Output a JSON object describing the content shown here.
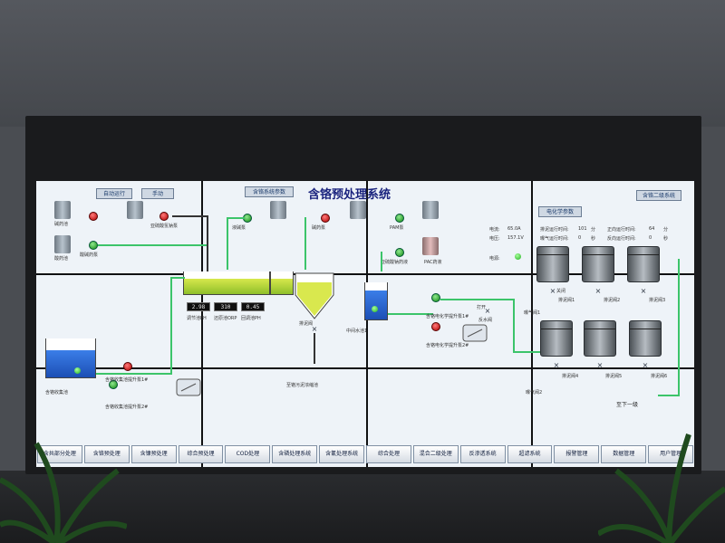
{
  "header": {
    "title": "含铬预处理系统",
    "auto_label": "自动运行",
    "manual_label": "手动",
    "params_label": "含铬系统参数",
    "level2_label": "含铬二级系统"
  },
  "dosing": {
    "units": [
      "碱药池",
      "酸药池"
    ],
    "pumps": [
      "酸碱药泵",
      "亚硫酸氢钠泵"
    ],
    "extra": [
      "液碱泵",
      "PAM泵",
      "PAC药液",
      "碱药泵",
      "亚硫酸钠药液"
    ]
  },
  "meters": {
    "ph1": "2.98",
    "orp": "310",
    "ph2": "0.45",
    "ph1_label": "调节池PH",
    "orp_label": "还原池ORP",
    "ph2_label": "回调池PH"
  },
  "process": {
    "collect_tank": "含铬收集池",
    "collect_pumps": [
      "含铬收集池提升泵1#",
      "含铬收集池提升泵2#"
    ],
    "sludge_valve": "排泥阀",
    "sludge_target": "至铬污泥浓缩池",
    "middle_tank": "中间水池1",
    "ec_pumps": [
      "含铬电化学提升泵1#",
      "含铬电化学提升泵2#"
    ],
    "backwash_valve": "反水阀",
    "open_label": "打开"
  },
  "electro": {
    "title": "电化学参数",
    "current_label": "电流:",
    "current_value": "65.0A",
    "voltage_label": "电压:",
    "voltage_value": "157.1V",
    "forward_time_label": "正向运行时间:",
    "forward_time_value": "64",
    "reverse_time_label": "反向运行时间:",
    "reverse_time_value": "0",
    "run_time_label": "排泥运行时间:",
    "run_time_value": "101",
    "aer_time_label": "曝气运行时间:",
    "aer_time_value": "0",
    "unit_min": "分",
    "unit_sec": "秒",
    "power_label": "电源:",
    "valve_labels": [
      "排泥阀1",
      "排泥阀2",
      "排泥阀3",
      "排泥阀4",
      "排泥阀5",
      "排泥阀6"
    ],
    "aer_labels": [
      "曝气阀1",
      "曝气阀2"
    ],
    "close_label": "关闭",
    "outflow_label": "至下一级"
  },
  "nav": {
    "items": [
      "含共部分处理",
      "含铬预处理",
      "含镍预处理",
      "综合预处理",
      "COD处理",
      "含磷处理系统",
      "含氰处理系统",
      "综合处理",
      "混合二级处理",
      "反渗透系统",
      "超滤系统",
      "报警管理",
      "数据管理",
      "用户管理"
    ]
  }
}
